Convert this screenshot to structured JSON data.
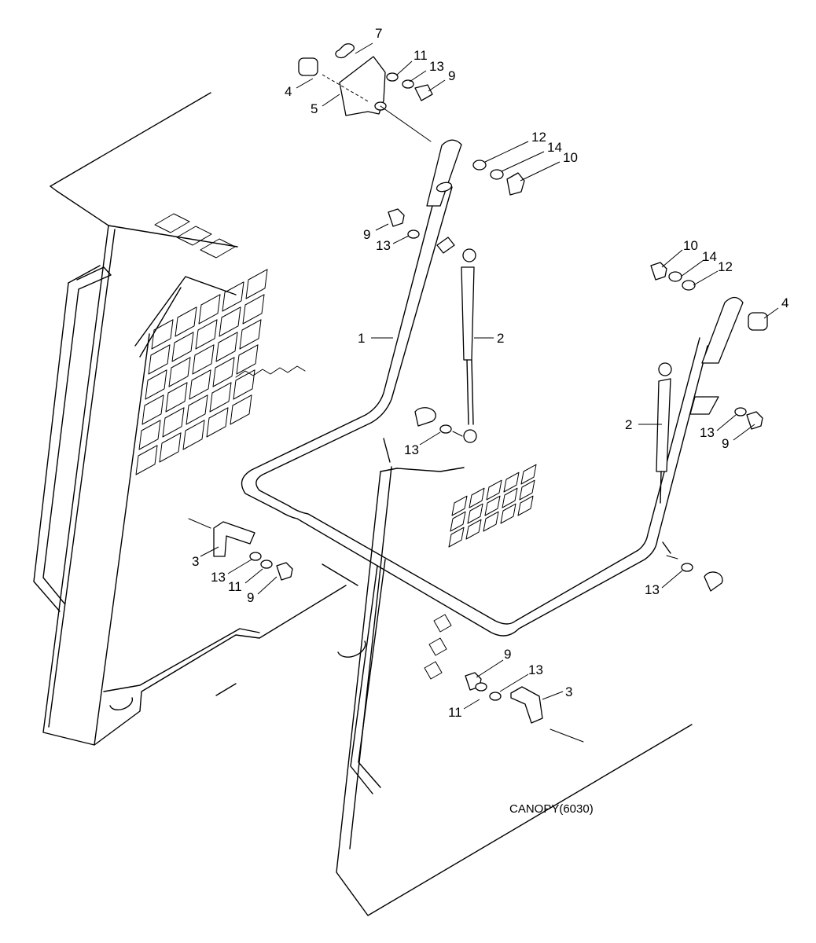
{
  "diagram": {
    "caption": "CANOPY(6030)",
    "callouts": {
      "c7": "7",
      "c11a": "11",
      "c13a": "13",
      "c9a": "9",
      "c4a": "4",
      "c5": "5",
      "c12a": "12",
      "c14a": "14",
      "c10a": "10",
      "c9b": "9",
      "c13b": "13",
      "c1": "1",
      "c2a": "2",
      "c10b": "10",
      "c14b": "14",
      "c12b": "12",
      "c4b": "4",
      "c2b": "2",
      "c13c": "13",
      "c9c": "9",
      "c13d": "13",
      "c3a": "3",
      "c13e": "13",
      "c11b": "11",
      "c9d": "9",
      "c13f": "13",
      "c9e": "9",
      "c13g": "13",
      "c11c": "11",
      "c3b": "3"
    }
  }
}
